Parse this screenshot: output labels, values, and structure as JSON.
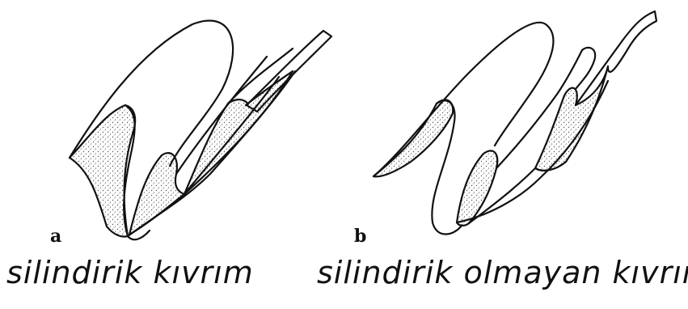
{
  "panels": [
    {
      "letter": "a",
      "caption": "silindirik kıvrım"
    },
    {
      "letter": "b",
      "caption": "silindirik olmayan kıvrım"
    }
  ],
  "colors": {
    "ink": "#111111",
    "background": "#ffffff",
    "stipple": "#555555"
  }
}
